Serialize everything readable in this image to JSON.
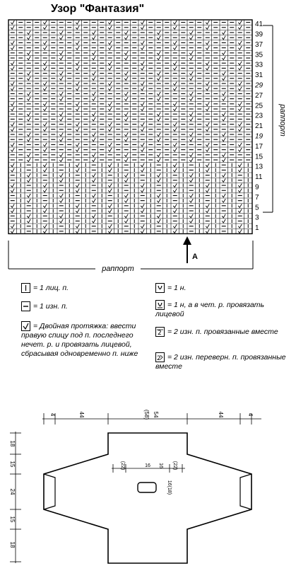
{
  "title": "Узор \"Фантазия\"",
  "chart": {
    "row_numbers": [
      "41",
      "39",
      "37",
      "35",
      "33",
      "31",
      "29",
      "27",
      "25",
      "23",
      "21",
      "19",
      "17",
      "15",
      "13",
      "11",
      "9",
      "7",
      "5",
      "3",
      "1"
    ],
    "repeat_label_vertical": "раппорт",
    "repeat_label_horizontal": "раппорт",
    "arrow_label": "A"
  },
  "legend": {
    "knit": "= 1 лиц. п.",
    "purl": "= 1 изн. п.",
    "double": "= Двойная протяжка: ввести правую спицу под п. последнего нечет. р. и провязать лицевой, сбрасывая одновременно п. ниже",
    "yo": "= 1 н.",
    "yo_knit": "= 1 н, а в чет. р. провязать лицевой",
    "p2tog": "= 2 изн. п. провязанные вместе",
    "p2tog_tbl": "= 2 изн. переверн. п. провязанные вместе"
  },
  "schema": {
    "top_labels": [
      "4",
      "44",
      "(58)",
      "54",
      "44",
      "4"
    ],
    "left_labels": [
      "18",
      "15",
      "24",
      "15",
      "18"
    ],
    "inner_labels": [
      "(22)",
      "16",
      "16",
      "(22)"
    ],
    "side_label": "16(18)"
  }
}
